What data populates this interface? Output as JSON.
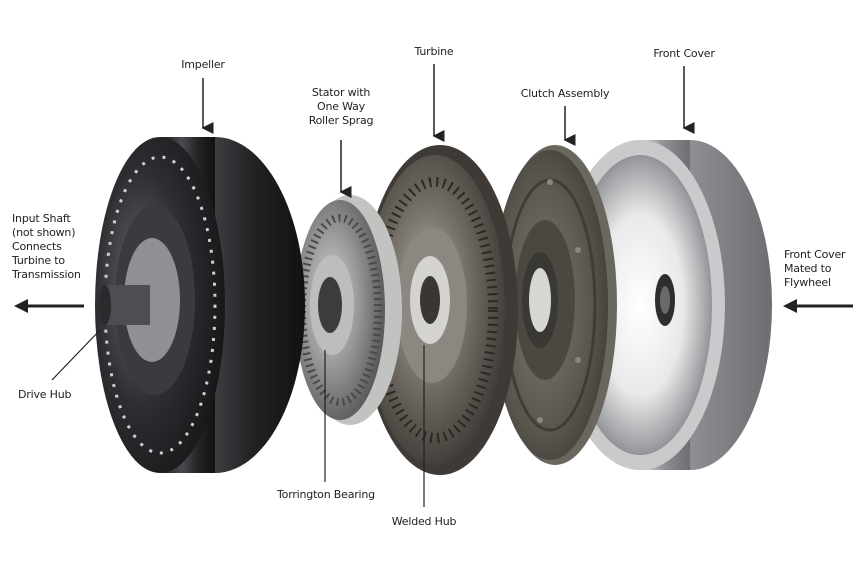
{
  "diagram": {
    "subject": "Torque converter exploded view",
    "labels": {
      "impeller": "Impeller",
      "stator": [
        "Stator with",
        "One  Way",
        "Roller Sprag"
      ],
      "turbine": "Turbine",
      "clutch_assembly": "Clutch Assembly",
      "front_cover": "Front Cover",
      "input_shaft": [
        "Input Shaft",
        "(not shown)",
        "Connects",
        "Turbine to",
        "Transmission"
      ],
      "front_cover_mated": [
        "Front Cover",
        "Mated to",
        "Flywheel"
      ],
      "drive_hub": "Drive Hub",
      "torrington_bearing": "Torrington Bearing",
      "welded_hub": "Welded Hub"
    },
    "components": [
      {
        "id": "impeller",
        "shape": "torus-dark"
      },
      {
        "id": "stator",
        "shape": "finned-ring"
      },
      {
        "id": "turbine",
        "shape": "vaned-disc"
      },
      {
        "id": "clutch-assembly",
        "shape": "friction-disc"
      },
      {
        "id": "front-cover",
        "shape": "chrome-cup"
      }
    ],
    "colors": {
      "background": "#ffffff",
      "label_text": "#222222",
      "arrow": "#222222",
      "impeller": "#2a2b2e",
      "stator": "#9a9a98",
      "turbine": "#5e5a55",
      "clutch": "#5a5850",
      "front_cover": "#b8b9bb"
    }
  }
}
